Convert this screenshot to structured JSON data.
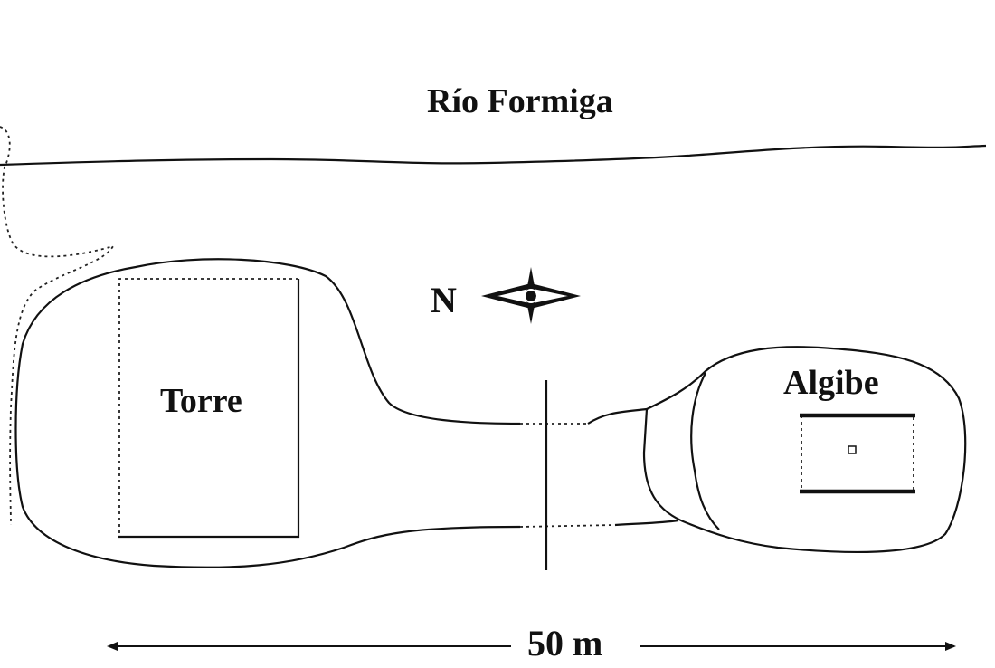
{
  "river": {
    "label": "Río Formiga"
  },
  "tower": {
    "label": "Torre"
  },
  "cistern": {
    "label": "Algibe"
  },
  "compass": {
    "label": "N"
  },
  "scale": {
    "label": "50 m"
  }
}
